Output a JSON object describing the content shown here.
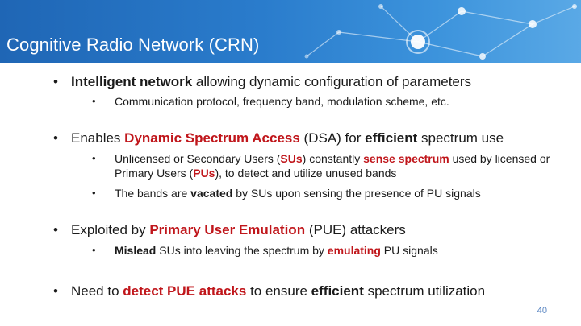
{
  "slide": {
    "title": "Cognitive Radio Network (CRN)",
    "page_number": "40",
    "bullet1": {
      "bold": "Intelligent network",
      "rest": " allowing dynamic configuration of parameters",
      "sub1": "Communication protocol, frequency band, modulation scheme, etc."
    },
    "bullet2": {
      "t1": "Enables ",
      "red1": "Dynamic Spectrum Access",
      "t2": " (DSA) for ",
      "bold1": "efficient",
      "t3": " spectrum use",
      "sub1": {
        "t1": "Unlicensed or Secondary Users (",
        "red1": "SUs",
        "t2": ") constantly ",
        "red2": "sense spectrum",
        "t3": " used by licensed or Primary Users (",
        "red3": "PUs",
        "t4": "), to detect and utilize unused bands"
      },
      "sub2": {
        "t1": "The bands are ",
        "bold1": "vacated",
        "t2": " by SUs upon sensing the presence of PU signals"
      }
    },
    "bullet3": {
      "t1": "Exploited by ",
      "red1": "Primary User Emulation",
      "t2": " (PUE) attackers",
      "sub1": {
        "bold1": "Mislead",
        "t1": " SUs into leaving the spectrum by ",
        "red1": "emulating",
        "t2": " PU signals"
      }
    },
    "bullet4": {
      "t1": "Need to ",
      "red1": "detect PUE attacks",
      "t2": " to ensure ",
      "bold1": "efficient",
      "t3": " spectrum utilization"
    },
    "bullet_glyph": "•"
  }
}
